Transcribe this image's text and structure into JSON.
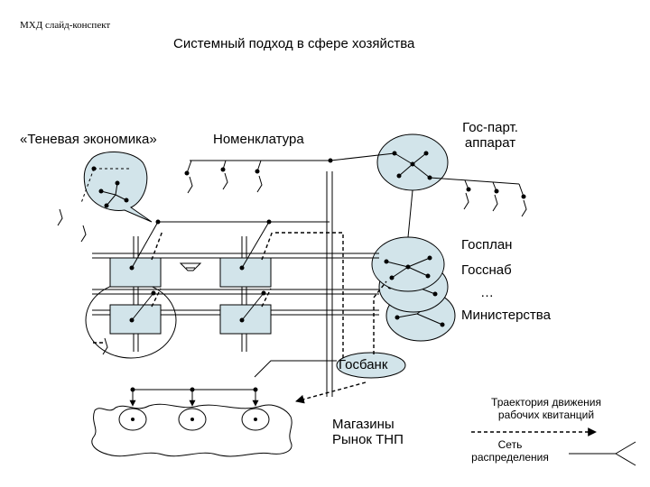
{
  "header": {
    "source_label": "МХД слайд-конспект",
    "title": "Системный подход в сфере хозяйства"
  },
  "labels": {
    "shadow_economy": "«Теневая экономика»",
    "nomenclature": "Номенклатура",
    "party_apparatus_line1": "Гос-парт.",
    "party_apparatus_line2": "аппарат",
    "gosplan": "Госплан",
    "gossnab": "Госснаб",
    "ellipsis": "…",
    "ministries": "Министерства",
    "gosbank": "Госбанк",
    "shops_line1": "Магазины",
    "market_line2": "Рынок ТНП"
  },
  "legend": {
    "trajectory_line1": "Траектория движения",
    "trajectory_line2": "рабочих квитанций",
    "network_line1": "Сеть",
    "network_line2": "распределения"
  },
  "colors": {
    "node_fill": "#d2e4ea",
    "stroke": "#000000",
    "background": "#ffffff"
  }
}
